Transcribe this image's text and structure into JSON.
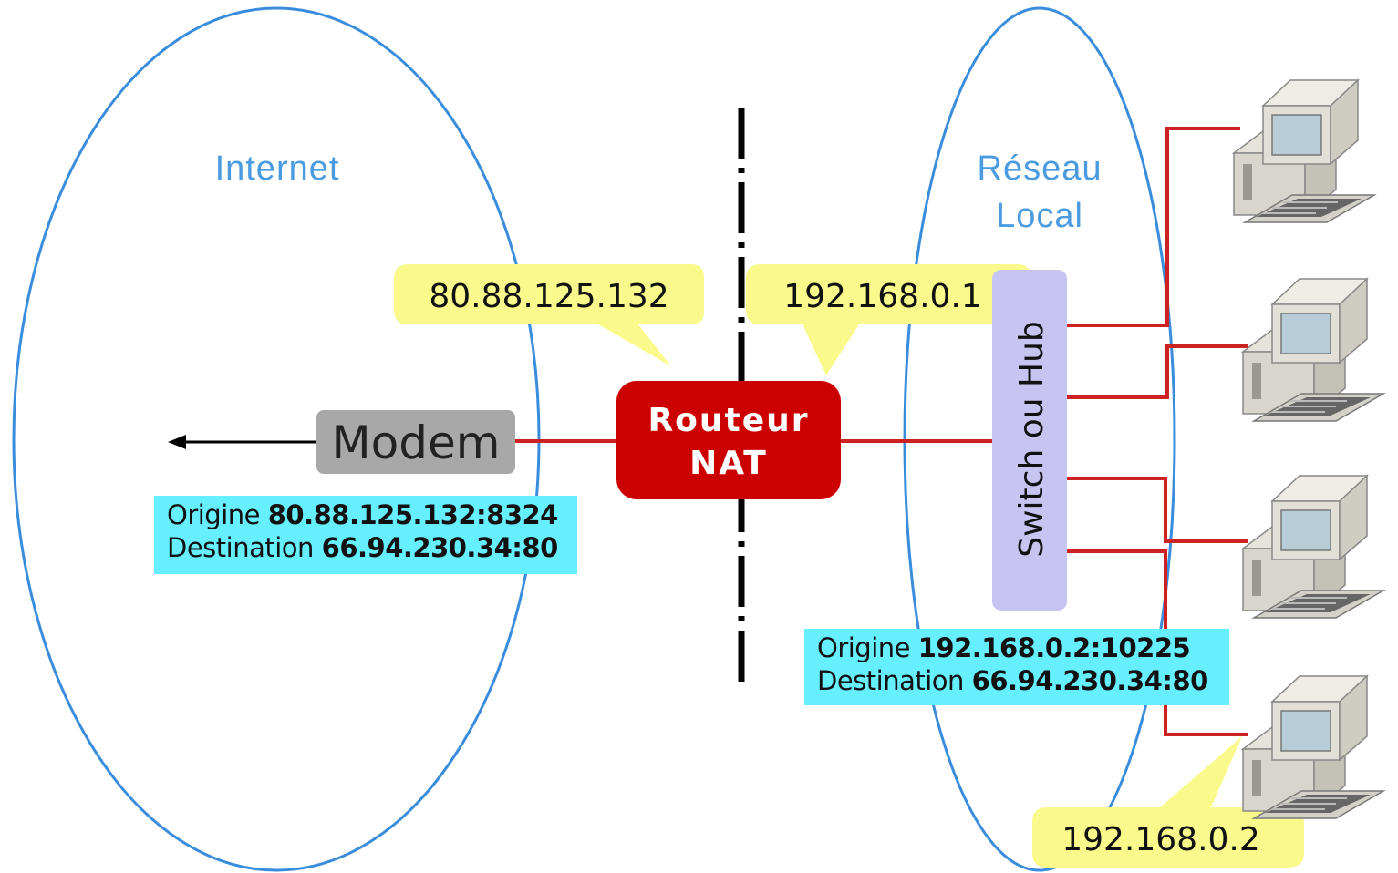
{
  "zones": {
    "internet": "Internet",
    "local_line1": "Réseau",
    "local_line2": "Local"
  },
  "bubbles": {
    "public_ip": "80.88.125.132",
    "router_lan_ip": "192.168.0.1",
    "client_ip": "192.168.0.2"
  },
  "router": {
    "line1": "Routeur",
    "line2": "NAT"
  },
  "modem": {
    "label": "Modem"
  },
  "switch": {
    "label": "Switch ou Hub"
  },
  "packet_out": {
    "origin_label": "Origine",
    "origin_value": "80.88.125.132:8324",
    "dest_label": "Destination",
    "dest_value": "66.94.230.34:80"
  },
  "packet_in": {
    "origin_label": "Origine",
    "origin_value": "192.168.0.2:10225",
    "dest_label": "Destination",
    "dest_value": "66.94.230.34:80"
  },
  "colors": {
    "zone_outline": "#3a8ddc",
    "zone_text": "#4a9be0",
    "bubble": "#fafa8c",
    "router": "#cc0000",
    "modem": "#a8a8a8",
    "switch": "#c8c4f2",
    "packet": "#66f0ff",
    "link": "#cc2222"
  }
}
